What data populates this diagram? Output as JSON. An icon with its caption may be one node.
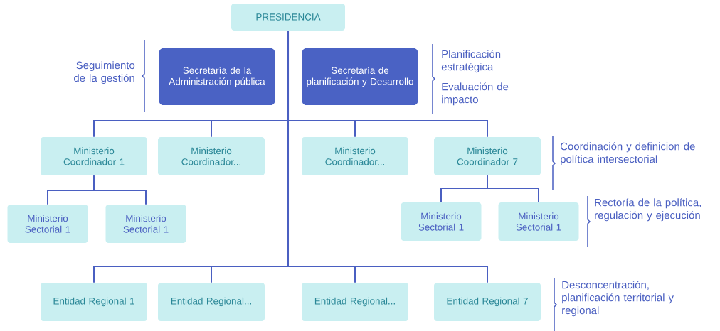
{
  "diagram": {
    "nodes": [
      {
        "text": [
          "PRESIDENCIA"
        ]
      },
      {
        "text": [
          "Secretaría de la Administración pública"
        ]
      },
      {
        "text": [
          "Secretaría de planificación y Desarrollo"
        ]
      },
      {
        "text": [
          "Ministerio Coordinador 1"
        ]
      },
      {
        "text": [
          "Ministerio Coordinador..."
        ]
      },
      {
        "text": [
          "Ministerio Coordinador..."
        ]
      },
      {
        "text": [
          "Ministerio Coordinador 7"
        ]
      },
      {
        "text": [
          "Ministerio Sectorial 1"
        ]
      },
      {
        "text": [
          "Ministerio Sectorial 1"
        ]
      },
      {
        "text": [
          "Ministerio Sectorial 1"
        ]
      },
      {
        "text": [
          "Ministerio Sectorial 1"
        ]
      },
      {
        "text": [
          "Entidad Regional 1"
        ]
      },
      {
        "text": [
          "Entidad Regional..."
        ]
      },
      {
        "text": [
          "Entidad Regional..."
        ]
      },
      {
        "text": [
          "Entidad Regional 7"
        ]
      }
    ],
    "edges": [
      {
        "from": 0,
        "to": 3,
        "arrow": "none"
      },
      {
        "from": 0,
        "to": 4,
        "arrow": "none"
      },
      {
        "from": 0,
        "to": 5,
        "arrow": "none"
      },
      {
        "from": 0,
        "to": 6,
        "arrow": "none"
      },
      {
        "from": 3,
        "to": 7,
        "arrow": "none"
      },
      {
        "from": 3,
        "to": 8,
        "arrow": "none"
      },
      {
        "from": 6,
        "to": 9,
        "arrow": "none"
      },
      {
        "from": 6,
        "to": 10,
        "arrow": "none"
      },
      {
        "from": 0,
        "to": 11,
        "arrow": "none"
      },
      {
        "from": 0,
        "to": 12,
        "arrow": "none"
      },
      {
        "from": 0,
        "to": 13,
        "arrow": "none"
      },
      {
        "from": 0,
        "to": 14,
        "arrow": "none"
      }
    ],
    "labels": [
      "Seguimiento de la gestión",
      "Planificación estratégica",
      "Evaluación de impacto",
      "Coordinación y definicion de política intersectorial",
      "Rectoría de la política, regulación y ejecución",
      "Desconcentración, planificación territorial y regional"
    ]
  }
}
